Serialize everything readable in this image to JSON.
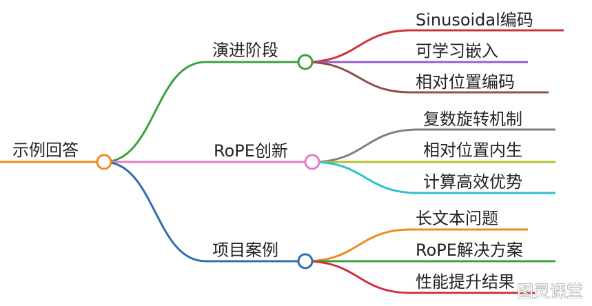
{
  "root": {
    "label": "示例回答",
    "color": "#f08a1c"
  },
  "branches": [
    {
      "label": "演进阶段",
      "color": "#3aa13a",
      "children": [
        {
          "label": "Sinusoidal编码",
          "color": "#d2303a"
        },
        {
          "label": "可学习嵌入",
          "color": "#9a5bd0"
        },
        {
          "label": "相对位置编码",
          "color": "#8a5445"
        }
      ]
    },
    {
      "label": "RoPE创新",
      "color": "#e57ac8",
      "children": [
        {
          "label": "复数旋转机制",
          "color": "#7f7f7f"
        },
        {
          "label": "相对位置内生",
          "color": "#b6bd2b"
        },
        {
          "label": "计算高效优势",
          "color": "#2bbfcf"
        }
      ]
    },
    {
      "label": "项目案例",
      "color": "#2c6fad",
      "children": [
        {
          "label": "长文本问题",
          "color": "#f08a1c"
        },
        {
          "label": "RoPE解决方案",
          "color": "#3aa13a"
        },
        {
          "label": "性能提升结果",
          "color": "#d2303a"
        }
      ]
    }
  ],
  "watermark": "图灵课堂"
}
